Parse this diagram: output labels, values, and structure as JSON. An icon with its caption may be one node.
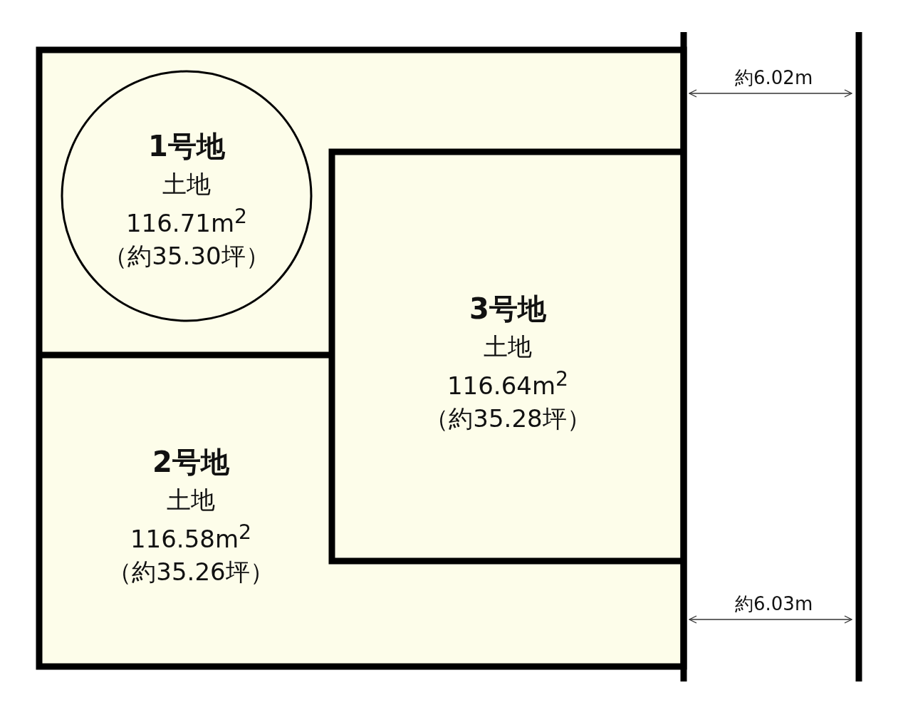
{
  "diagram": {
    "nodes": [
      {
        "text": [
          "1号地",
          "土地",
          "116.71m$^{2}$",
          "（約35.30坪）"
        ]
      },
      {
        "text": [
          "3号地",
          "土地",
          "116.64m$^{2}$",
          "（約35.28坪）"
        ]
      },
      {
        "text": [
          "2号地",
          "土地",
          "116.58m$^{2}$",
          "（約35.26坪）"
        ]
      }
    ],
    "edges": [],
    "labels": [
      "約6.02m",
      "約6.03m"
    ]
  }
}
